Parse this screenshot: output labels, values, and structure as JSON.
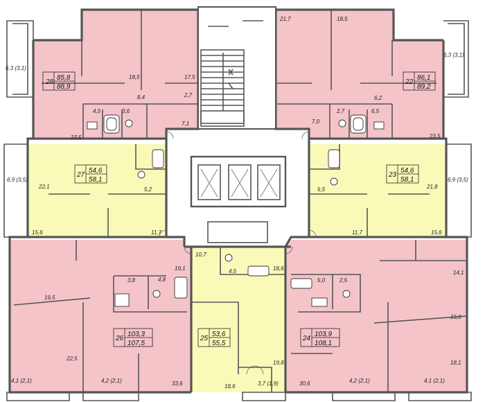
{
  "colors": {
    "pink": "#f4c4c8",
    "yellow": "#fafab8",
    "wall": "#555555",
    "corridor": "#ffffff"
  },
  "apartments": [
    {
      "id": "28",
      "living": "85,8",
      "total": "88,9"
    },
    {
      "id": "22",
      "living": "86,1",
      "total": "89,2"
    },
    {
      "id": "27",
      "living": "54,6",
      "total": "58,1"
    },
    {
      "id": "23",
      "living": "54,6",
      "total": "58,1"
    },
    {
      "id": "26",
      "living": "103,3",
      "total": "107,5"
    },
    {
      "id": "24",
      "living": "103,9",
      "total": "108,1"
    },
    {
      "id": "25",
      "living": "53,6",
      "total": "55,5"
    }
  ],
  "rooms": {
    "r28": [
      "6,3 (3,1)",
      "18,5",
      "17,5",
      "8,4",
      "2,7",
      "4,5",
      "3,6",
      "7,1",
      "23,5"
    ],
    "r22": [
      "21,7",
      "18,5",
      "6,3 (3,1)",
      "6,2",
      "7,0",
      "2,7",
      "6,5",
      "23,5"
    ],
    "r27": [
      "6,9 (3,5)",
      "22,1",
      "5,2",
      "15,6",
      "11,7"
    ],
    "r23": [
      "6,9 (3,5)",
      "21,8",
      "5,5",
      "11,7",
      "15,6"
    ],
    "r26": [
      "19,1",
      "3,8",
      "4,8",
      "19,5",
      "22,5",
      "33,6"
    ],
    "r25": [
      "10,7",
      "4,5",
      "18,6",
      "19,8"
    ],
    "r24": [
      "18,6",
      "5,0",
      "2,5",
      "14,1",
      "15,0",
      "18,1",
      "30,6"
    ],
    "balconies": [
      "4,1 (2,1)",
      "4,2 (2,1)",
      "3,7 (1,9)",
      "4,2 (2,1)",
      "4,1 (2,1)"
    ]
  }
}
